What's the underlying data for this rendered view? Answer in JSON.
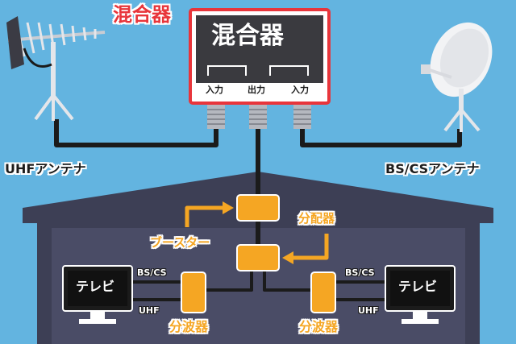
{
  "mixer": {
    "caption": "混合器",
    "title": "混合器",
    "port_in_left": "入力",
    "port_out": "出力",
    "port_in_right": "入力"
  },
  "antennas": {
    "uhf_label": "UHFアンテナ",
    "bs_label": "BS/CSアンテナ"
  },
  "house": {
    "booster_label": "ブースター",
    "splitter_label": "分配器",
    "separator_left_label": "分波器",
    "separator_right_label": "分波器",
    "tv_left_label": "テレビ",
    "tv_right_label": "テレビ",
    "left_bs_cs": "BS/CS",
    "left_uhf": "UHF",
    "right_bs_cs": "BS/CS",
    "right_uhf": "UHF"
  },
  "colors": {
    "sky": "#63b4e0",
    "house": "#3d3f55",
    "device_orange": "#f5a623",
    "mixer_border": "#e8353b",
    "cable": "#1b1b1b"
  }
}
